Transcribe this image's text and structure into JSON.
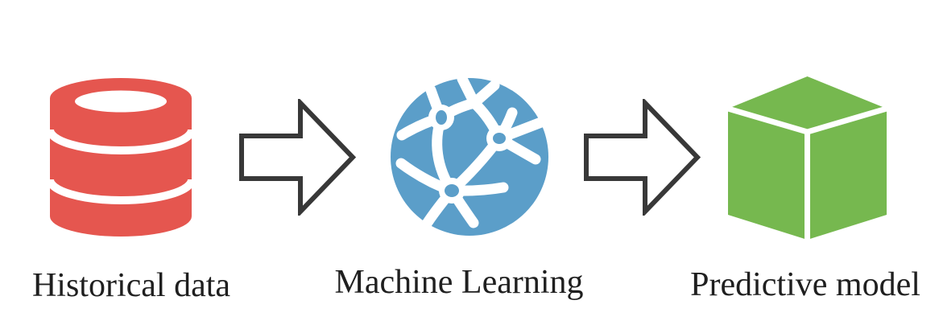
{
  "diagram": {
    "title": "machine-learning-pipeline",
    "background": "#ffffff",
    "nodes": [
      {
        "id": "historical-data",
        "label": "Historical data",
        "icon": "database-icon",
        "color": "#E5564F"
      },
      {
        "id": "machine-learning",
        "label": "Machine Learning",
        "icon": "neural-network-icon",
        "color": "#5B9EC9"
      },
      {
        "id": "predictive-model",
        "label": "Predictive model",
        "icon": "cube-icon",
        "color": "#76B84F"
      }
    ],
    "arrows": [
      {
        "id": "flow-arrow-1",
        "from": "historical-data",
        "to": "machine-learning"
      },
      {
        "id": "flow-arrow-2",
        "from": "machine-learning",
        "to": "predictive-model"
      }
    ],
    "colors": {
      "icon_red": "#E5564F",
      "icon_blue": "#5B9EC9",
      "icon_green": "#76B84F",
      "arrow_outline": "#383838",
      "label_text": "#1f1f1f"
    }
  }
}
